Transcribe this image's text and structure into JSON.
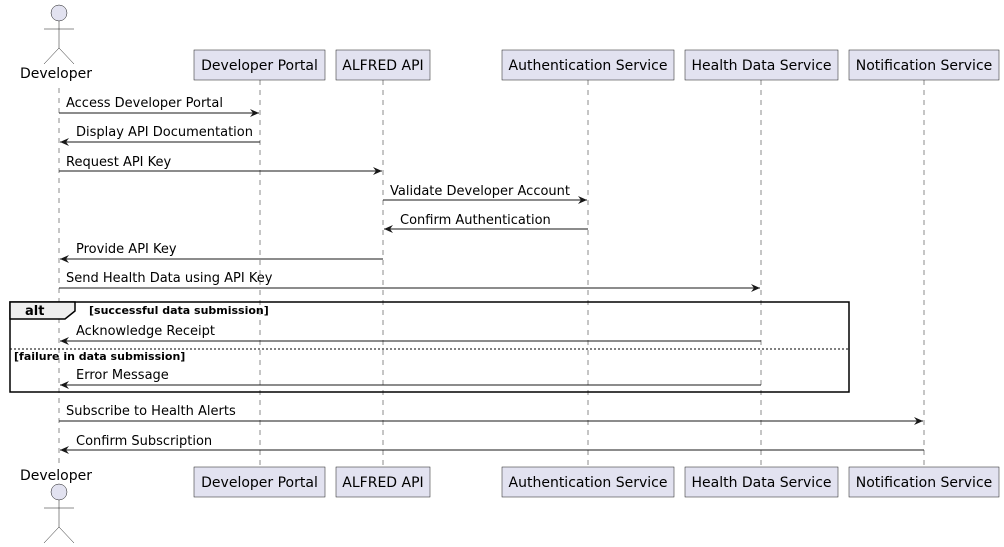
{
  "participants": [
    {
      "id": "developer",
      "label": "Developer",
      "kind": "actor"
    },
    {
      "id": "portal",
      "label": "Developer Portal",
      "kind": "box"
    },
    {
      "id": "alfred",
      "label": "ALFRED API",
      "kind": "box"
    },
    {
      "id": "auth",
      "label": "Authentication Service",
      "kind": "box"
    },
    {
      "id": "health",
      "label": "Health Data Service",
      "kind": "box"
    },
    {
      "id": "notify",
      "label": "Notification Service",
      "kind": "box"
    }
  ],
  "messages": [
    {
      "from": "developer",
      "to": "portal",
      "text": "Access Developer Portal"
    },
    {
      "from": "portal",
      "to": "developer",
      "text": "Display API Documentation"
    },
    {
      "from": "developer",
      "to": "alfred",
      "text": "Request API Key"
    },
    {
      "from": "alfred",
      "to": "auth",
      "text": "Validate Developer Account"
    },
    {
      "from": "auth",
      "to": "alfred",
      "text": "Confirm Authentication"
    },
    {
      "from": "alfred",
      "to": "developer",
      "text": "Provide API Key"
    },
    {
      "from": "developer",
      "to": "health",
      "text": "Send Health Data using API Key"
    },
    {
      "from": "health",
      "to": "developer",
      "text": "Acknowledge Receipt"
    },
    {
      "from": "health",
      "to": "developer",
      "text": "Error Message"
    },
    {
      "from": "developer",
      "to": "notify",
      "text": "Subscribe to Health Alerts"
    },
    {
      "from": "notify",
      "to": "developer",
      "text": "Confirm Subscription"
    }
  ],
  "alt_fragment": {
    "keyword": "alt",
    "conditions": [
      "[successful data submission]",
      "[failure in data submission]"
    ]
  },
  "colors": {
    "participant_fill": "#e2e2f0",
    "line": "#181818"
  }
}
